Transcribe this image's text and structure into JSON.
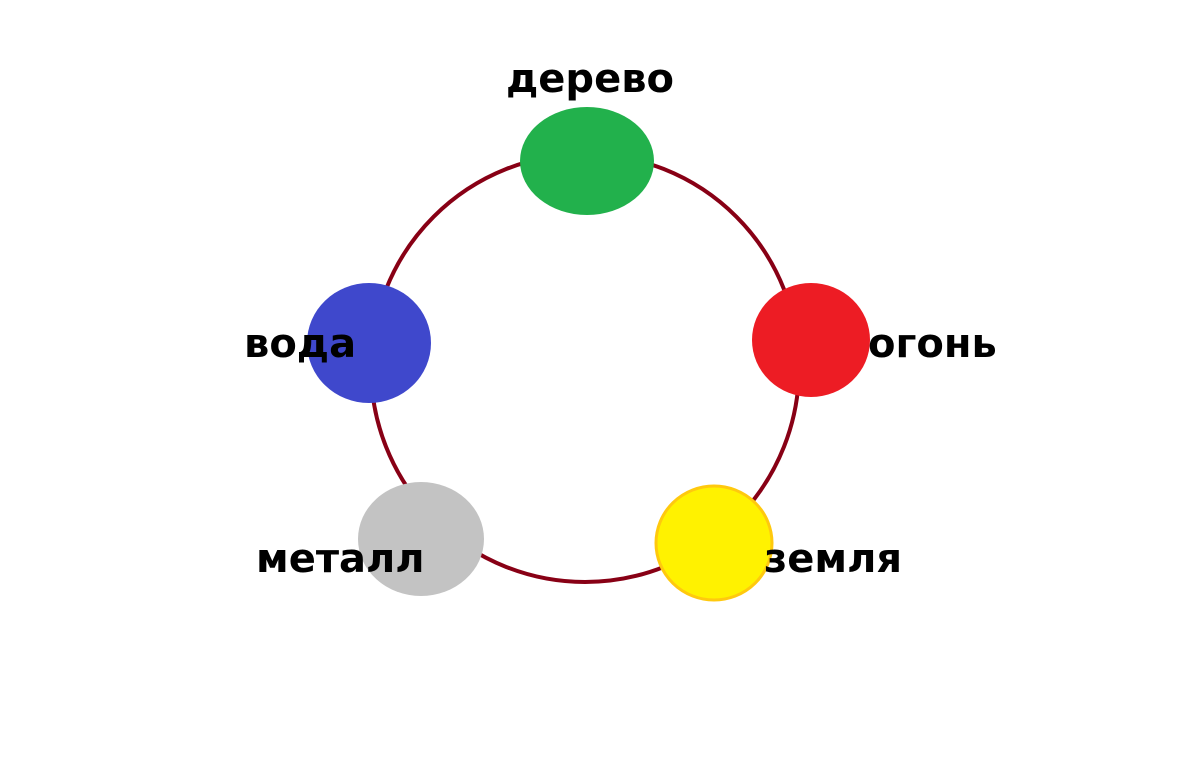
{
  "elements": [
    {
      "id": "wood",
      "label": "дерево",
      "color": "#22b14c"
    },
    {
      "id": "fire",
      "label": "огонь",
      "color": "#ed1c24"
    },
    {
      "id": "earth",
      "label": "земля",
      "color": "#fff200",
      "outline": "#ffc90e"
    },
    {
      "id": "metal",
      "label": "металл",
      "color": "#c3c3c3"
    },
    {
      "id": "water",
      "label": "вода",
      "color": "#3f48cc"
    }
  ],
  "cycle_color": "#880015"
}
